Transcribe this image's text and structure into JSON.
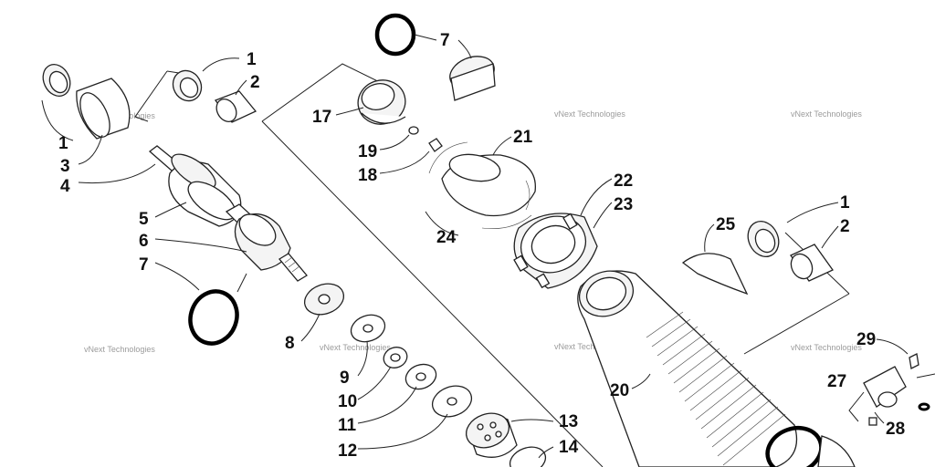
{
  "watermark": "vNext Technologies",
  "callouts": {
    "c1a": "1",
    "c2a": "2",
    "c1b": "1",
    "c3": "3",
    "c4": "4",
    "c5": "5",
    "c6": "6",
    "c7a": "7",
    "c8": "8",
    "c9": "9",
    "c10": "10",
    "c11": "11",
    "c12": "12",
    "c13": "13",
    "c14": "14",
    "c7b": "7",
    "c17": "17",
    "c19": "19",
    "c18": "18",
    "c21": "21",
    "c22": "22",
    "c23": "23",
    "c24": "24",
    "c25": "25",
    "c1c": "1",
    "c2b": "2",
    "c20": "20",
    "c29": "29",
    "c27": "27",
    "c28": "28"
  }
}
